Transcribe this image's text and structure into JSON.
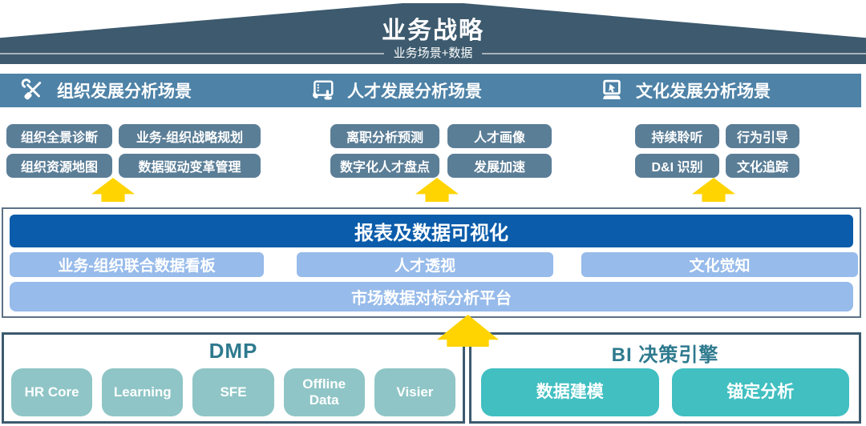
{
  "colors": {
    "roof_bg": "#3d5a6e",
    "scenario_bar_bg": "#4e82a7",
    "chip_bg": "#5b7e97",
    "arrow_yellow": "#ffd400",
    "report_header_bg": "#0b5caa",
    "report_item_bg": "#97bbea",
    "panel_border": "#3d5a6e",
    "dmp_chip_bg": "#8fc5c6",
    "bi_chip_bg": "#41bfc1",
    "panel_title_color": "#2e7a8e"
  },
  "roof": {
    "title": "业务战略",
    "subtitle": "业务场景+数据"
  },
  "scenarios": [
    {
      "icon": "tools-icon",
      "label": "组织发展分析场景",
      "chips": [
        [
          "组织全景诊断",
          "业务-组织战略规划"
        ],
        [
          "组织资源地图",
          "数据驱动变革管理"
        ]
      ]
    },
    {
      "icon": "touch-tablet-icon",
      "label": "人才发展分析场景",
      "chips": [
        [
          "离职分析预测",
          "人才画像"
        ],
        [
          "数字化人才盘点",
          "发展加速"
        ]
      ]
    },
    {
      "icon": "laptop-cursor-icon",
      "label": "文化发展分析场景",
      "chips": [
        [
          "持续聆听",
          "行为引导"
        ],
        [
          "D&I 识别",
          "文化追踪"
        ]
      ]
    }
  ],
  "report_layer": {
    "header": "报表及数据可视化",
    "boards": [
      "业务-组织联合数据看板",
      "人才透视",
      "文化觉知"
    ],
    "platform": "市场数据对标分析平台"
  },
  "data_layer": {
    "dmp": {
      "title": "DMP",
      "sources": [
        "HR Core",
        "Learning",
        "SFE",
        "Offline Data",
        "Visier"
      ]
    },
    "bi": {
      "title": "BI 决策引擎",
      "modules": [
        "数据建模",
        "锚定分析"
      ]
    }
  }
}
